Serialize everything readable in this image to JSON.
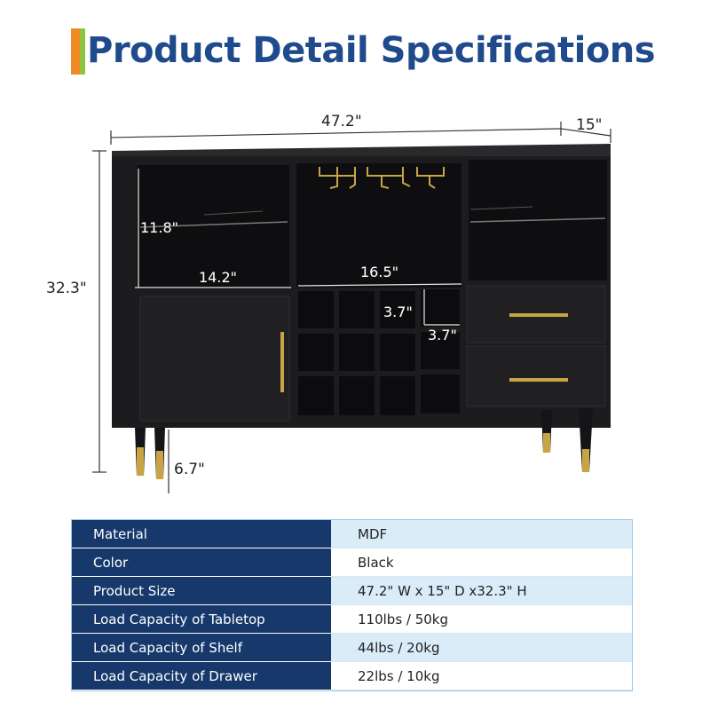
{
  "header": {
    "title": "Product Detail Specifications",
    "accent_colors": [
      "#f08a24",
      "#8cc63f"
    ],
    "title_color": "#1f4a8c"
  },
  "diagram": {
    "dimensions": {
      "width": "47.2\"",
      "depth": "15\"",
      "height": "32.3\"",
      "leg_height": "6.7\"",
      "shelf_height": "11.8\"",
      "left_shelf_width": "14.2\"",
      "middle_width": "16.5\"",
      "cube_height": "3.7\"",
      "cube_width": "3.7\""
    },
    "colors": {
      "cabinet": "#1c1c1e",
      "interior": "#111113",
      "gold": "#c9a445"
    }
  },
  "specs": {
    "rows": [
      {
        "key": "Material",
        "value": "MDF"
      },
      {
        "key": "Color",
        "value": "Black"
      },
      {
        "key": "Product Size",
        "value": "47.2\" W x 15\" D x32.3\" H"
      },
      {
        "key": "Load Capacity of Tabletop",
        "value": "110lbs / 50kg"
      },
      {
        "key": "Load Capacity of Shelf",
        "value": "44lbs / 20kg"
      },
      {
        "key": "Load Capacity of Drawer",
        "value": "22lbs / 10kg"
      }
    ],
    "header_bg": "#16386b",
    "stripe_bg": "#d9ecf8"
  }
}
